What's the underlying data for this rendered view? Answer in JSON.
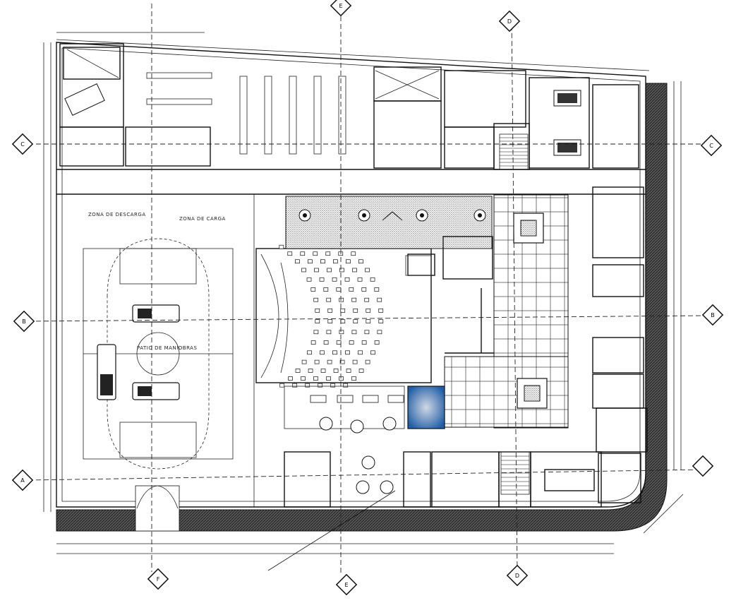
{
  "labels": {
    "zona_descarga": "ZONA DE DESCARGA",
    "zona_carga": "ZONA DE CARGA",
    "patio_maniobras": "PATIO DE MANIOBRAS"
  },
  "axes": {
    "vertical": [
      "F",
      "E",
      "D"
    ],
    "horizontal": [
      "C",
      "B",
      "A"
    ]
  },
  "colors": {
    "line": "#111111",
    "road_hatch": "#3a3a3a",
    "water_feature": "#1f5fa8",
    "background": "#ffffff"
  }
}
